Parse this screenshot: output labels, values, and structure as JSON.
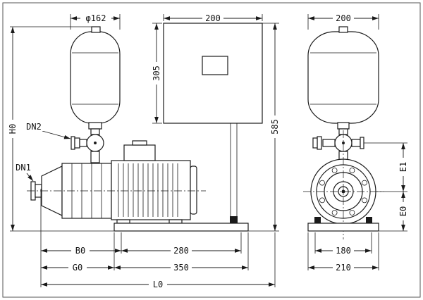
{
  "dims": {
    "phi162": "φ162",
    "panel_width": "200",
    "tank_width": "200",
    "panel_height": "305",
    "total_height": "585",
    "h0": "H0",
    "dn2": "DN2",
    "dn1": "DN1",
    "e1": "E1",
    "e0": "E0",
    "b0": "B0",
    "d280": "280",
    "g0": "G0",
    "d350": "350",
    "l0": "L0",
    "d180": "180",
    "d210": "210"
  }
}
